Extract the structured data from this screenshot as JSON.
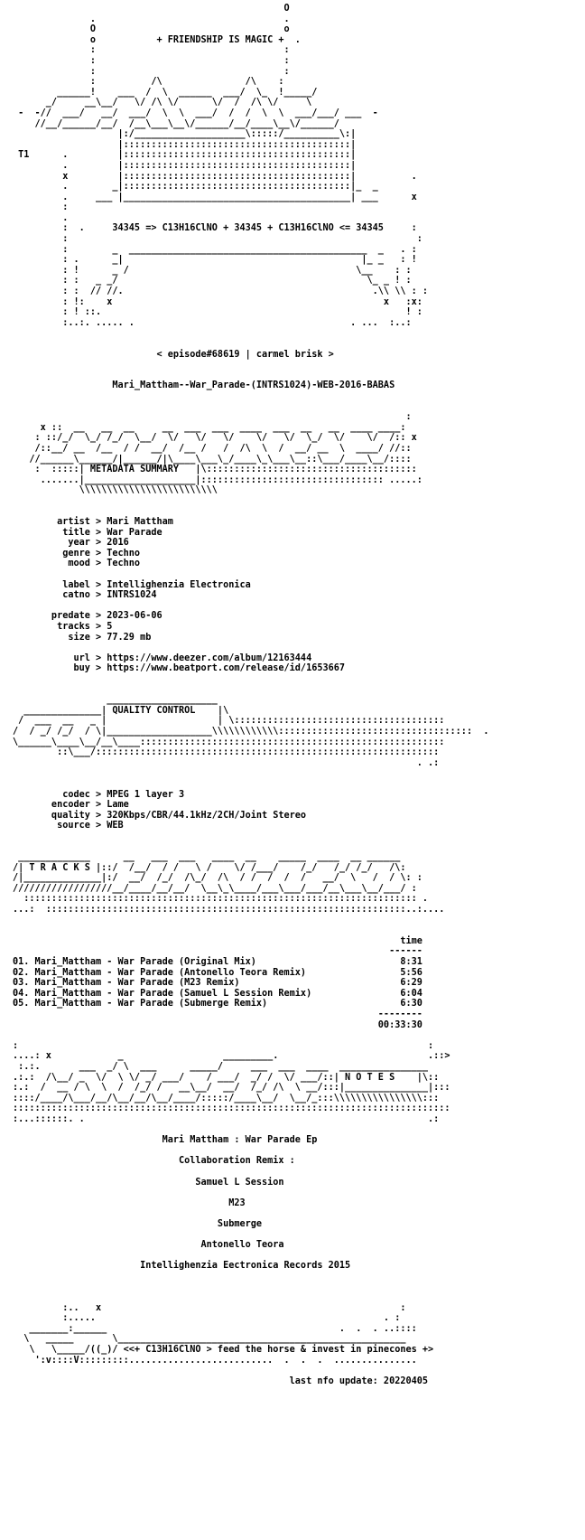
{
  "nfo": {
    "lines": [
      "                                                 O",
      "              .                                  .",
      "              O                                  o",
      "              o           + FRIENDSHIP IS MAGIC +  .",
      "              :                                  :",
      "              :                                  :",
      "              :                                  :",
      "              :          /\\               /\\    :",
      "        ______!    ___  /  \\  ______  ___/  \\_  !_____/",
      "      _/     __\\__/   \\/ /\\ \\/      \\/  /  /\\ \\/     \\",
      " -  -//  ___/   __/  ___/  \\  \\  ___/  /  /  \\  \\  ___/___/ ___  -",
      "    //__/______/__/  /__\\___\\__\\/______/__/____\\__\\/______/",
      "                   |:/____________________\\:::::/__________\\:|",
      "                   |:::::::::::::::::::::::::::::::::::::::::|",
      " T1      .         |:::::::::::::::::::::::::::::::::::::::::|",
      "         .         |:::::::::::::::::::::::::::::::::::::::::|",
      "         x         |:::::::::::::::::::::::::::::::::::::::::|          .",
      "         .        _|:::::::::::::::::::::::::::::::::::::::::|_  _",
      "         .     ___ |_________________________________________| ___      x",
      "         :",
      "         .",
      "         :  .     34345 => C13H16ClNO + 34345 + C13H16ClNO <= 34345     :",
      "         :                                                               :",
      "         :        _  ___________________________________________  _   . :",
      "         : .      _|                                           |_ _   : !",
      "         : !      _ /                                         \\__    : :",
      "         : :   _ _/                                             \\_ _ ! :",
      "         : :  // //.                                             .\\\\ \\\\ : :",
      "         : !:    x                                                 x   :x:",
      "         : ! ::.                                                       ! :",
      "         :..:. ..... .                                       . ...  :..:",
      "",
      "",
      "                          < episode#68619 | carmel brisk >",
      "",
      "",
      "                  Mari_Mattham--War_Parade-(INTRS1024)-WEB-2016-BABAS",
      "",
      "",
      "                                                                       :",
      "     x ::  __   __  __     __  ___  ___  ____  ___  __   __  ____ ____:",
      "    : ::/_/  \\_/ /_/  \\__/  \\/   \\/   \\/    \\/   \\/  \\_/  \\/    \\/  /:: x",
      "    /::__/ __  /__  / /  __/  /__ /   /  /\\  \\  /  __/ __  \\  ____/ //::",
      "   //______\\______/|______/|\\____\\___\\_/____\\_\\___\\__::\\___/____\\__/::::",
      "    :  :::::| METADATA SUMMARY   |\\::::::::::::::::::::::::::::::::::::::",
      "     .......|____________________|::::::::::::::::::::::::::::::::: .....:",
      "            \\\\\\\\\\\\\\\\\\\\\\\\\\\\\\\\\\\\\\\\\\\\\\\\\\",
      "",
      "",
      "        artist > Mari Mattham",
      "         title > War Parade",
      "          year > 2016",
      "         genre > Techno",
      "          mood > Techno",
      "",
      "         label > Intellighenzia Electronica",
      "         catno > INTRS1024",
      "",
      "       predate > 2023-06-06",
      "        tracks > 5",
      "          size > 77.29 mb",
      "",
      "           url > https://www.deezer.com/album/12163444",
      "           buy > https://www.beatport.com/release/id/1653667",
      "",
      "",
      "                 ____________________",
      "  ______________| QUALITY CONTROL    |\\",
      " /  ___  __   _ |                    | \\::::::::::::::::::::::::::::::::::::::",
      "/  / _/ /_/  / \\|___________________\\\\\\\\\\\\\\\\\\\\\\\\:::::::::::::::::::::::::::::::::::  .",
      "\\______\\____\\__/__\\____:::::::::::::::::::::::::::::::::::::::::::::::::::::::",
      "        ::\\___/::::::::::::::::::::::::::::::::::::::::::::::::::::::::::::::",
      "                                                                         . .:",
      "",
      "",
      "         codec > MPEG 1 layer 3",
      "       encoder > Lame",
      "       quality > 320Kbps/CBR/44.1kHz/2CH/Joint Stereo",
      "        source > WEB",
      "",
      "",
      " _____________      __   ___  ___   ____  __    _____  ____  __ ______",
      "/| T R A C K S |::/  /__/  / /   \\ /    \\/ /___/    /_/   /_/ /_/   /\\:",
      "/|______________|:/  __/  /_/  /\\_/  /\\  / /  /  /  /   __/  \\   /  / \\: :",
      "//////////////////__/____/__/__/  \\__\\_\\____/___\\___/___/__\\___\\__/___/ :",
      "  ::::::::::::::::::::::::::::::::::::::::::::::::::::::::::::::::::::::: .",
      "...:  :::::::::::::::::::::::::::::::::::::::::::::::::::::::::::::::::..:....",
      "",
      "",
      "                                                                      time",
      "                                                                    ------",
      "01. Mari_Mattham - War Parade (Original Mix)                          8:31",
      "02. Mari_Mattham - War Parade (Antonello Teora Remix)                 5:56",
      "03. Mari_Mattham - War Parade (M23 Remix)                             6:29",
      "04. Mari_Mattham - War Parade (Samuel L Session Remix)                6:04",
      "05. Mari_Mattham - War Parade (Submerge Remix)                        6:30",
      "                                                                  --------",
      "                                                                  00:33:30",
      "",
      ":                                                                          :",
      "....: x            _                  _________.                           .::>",
      " :.:.       ___  _/ \\  ___      _____/     ___  ___  ____  ________________",
      ".:.:  /\\__/ _  \\/  \\ \\/ _/ ___/    / ___/  _/ /  \\/ ___/::| N O T E S    |\\::",
      ":.:  /  __ / \\  \\  /  /_/ /   __\\__/  __/  /_/ /\\  \\ __/:::|_______________|:::",
      "::::/____/\\___/__/\\__/__/\\__/____/:::::/____\\__/  \\__/_:::\\\\\\\\\\\\\\\\\\\\\\\\\\\\\\\\:::",
      ":::::::::::::::::::::::::::::::::::::::::::::::::::::::::::::::::::::::::::::::",
      ":...::::::. .                                                              .:",
      "",
      "                           Mari Mattham : War Parade Ep",
      "",
      "                              Collaboration Remix :",
      "",
      "                                 Samuel L Session",
      "",
      "                                       M23",
      "",
      "                                     Submerge",
      "",
      "                                  Antonello Teora",
      "",
      "                       Intellighenzia Eectronica Records 2015",
      "",
      "",
      "",
      "         :..   x                                                      :",
      "         :.....                                                    . :",
      "   _______:______                                          .  .  . ..::::",
      "  \\   _____       \\____________________________________________________  ",
      "   \\   \\_____/((_)/ <<+ C13H16ClNO > feed the horse & invest in pinecones +>",
      "    ':v::::V:::::::::..........................  .  .  .  ...............",
      "",
      "                                                  last nfo update: 20220405"
    ]
  }
}
